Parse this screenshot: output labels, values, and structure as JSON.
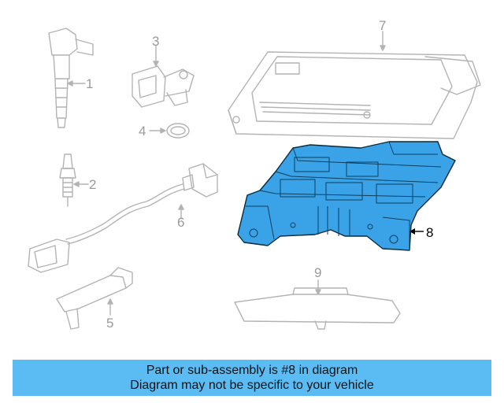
{
  "callouts": {
    "part1": "1",
    "part2": "2",
    "part3": "3",
    "part4": "4",
    "part5": "5",
    "part6": "6",
    "part7": "7",
    "part8": "8",
    "part9": "9"
  },
  "highlight_color": "#3aa3e8",
  "banner": {
    "line1": "Part or sub-assembly is #8 in diagram",
    "line2": "Diagram may not be specific to your vehicle",
    "background": "#5bbcf3"
  }
}
